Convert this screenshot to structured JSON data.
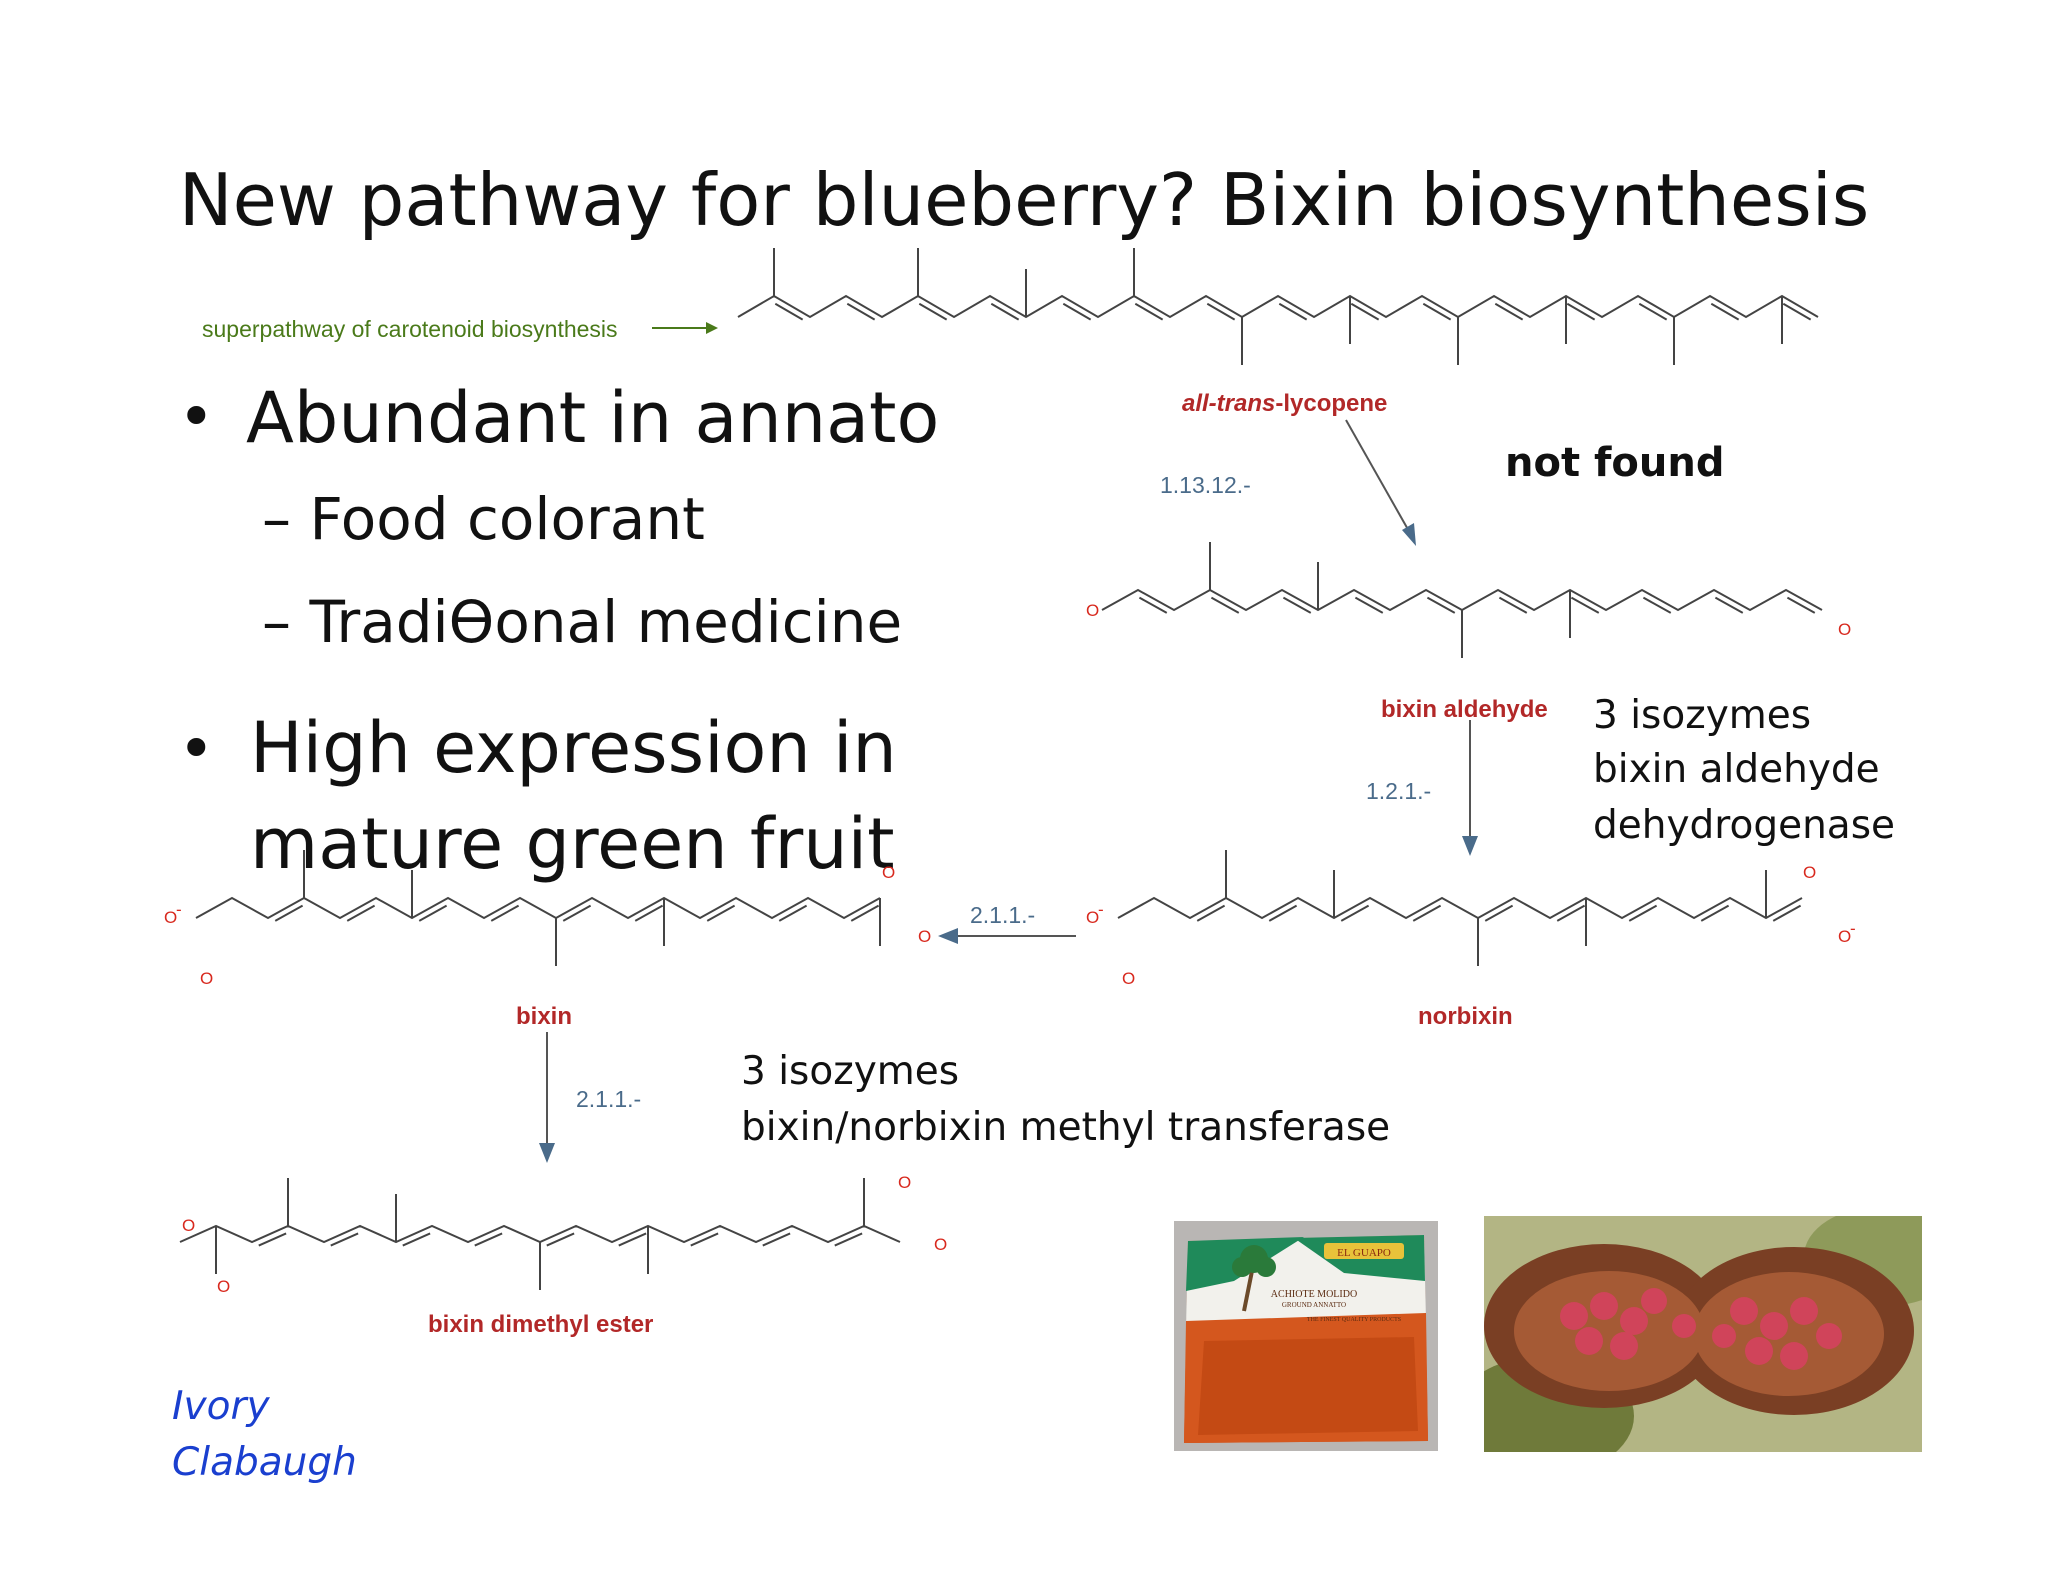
{
  "title": "New pathway for blueberry? Bixin biosynthesis",
  "bullets": [
    {
      "text": "Abundant in annato",
      "subs": [
        "Food colorant",
        "TradiƟonal medicine"
      ]
    },
    {
      "lines": [
        "High expression in",
        "mature green fruit"
      ]
    }
  ],
  "pathway": {
    "superpathway_label": "superpathway of carotenoid biosynthesis",
    "compounds": {
      "lycopene_prefix": "all-trans",
      "lycopene_suffix": "-lycopene",
      "bixin_aldehyde": "bixin aldehyde",
      "norbixin": "norbixin",
      "bixin": "bixin",
      "bixin_dimethyl_ester": "bixin dimethyl ester"
    },
    "enzymes": {
      "lycopene_to_aldehyde": "1.13.12.-",
      "aldehyde_to_norbixin": "1.2.1.-",
      "norbixin_to_bixin": "2.1.1.-",
      "bixin_to_ester": "2.1.1.-"
    },
    "atoms": {
      "oxygen": "O",
      "anion": "-"
    }
  },
  "notes": {
    "not_found": "not found",
    "dehydrogenase": [
      "3 isozymes",
      "bixin aldehyde",
      "dehydrogenase"
    ],
    "transferase": [
      "3 isozymes",
      "bixin/norbixin methyl transferase"
    ]
  },
  "photos": {
    "package": {
      "brand": "EL GUAPO",
      "product": "ACHIOTE MOLIDO",
      "subtitle": "GROUND ANNATTO",
      "tagline": "THE FINEST QUALITY PRODUCTS"
    }
  },
  "credit": [
    "Ivory",
    "Clabaugh"
  ],
  "colors": {
    "compound": "#b22828",
    "enzyme": "#4a6b8a",
    "superpathway": "#4a7a1a",
    "credit": "#1a3fcf",
    "oxygen": "#d8291e"
  }
}
